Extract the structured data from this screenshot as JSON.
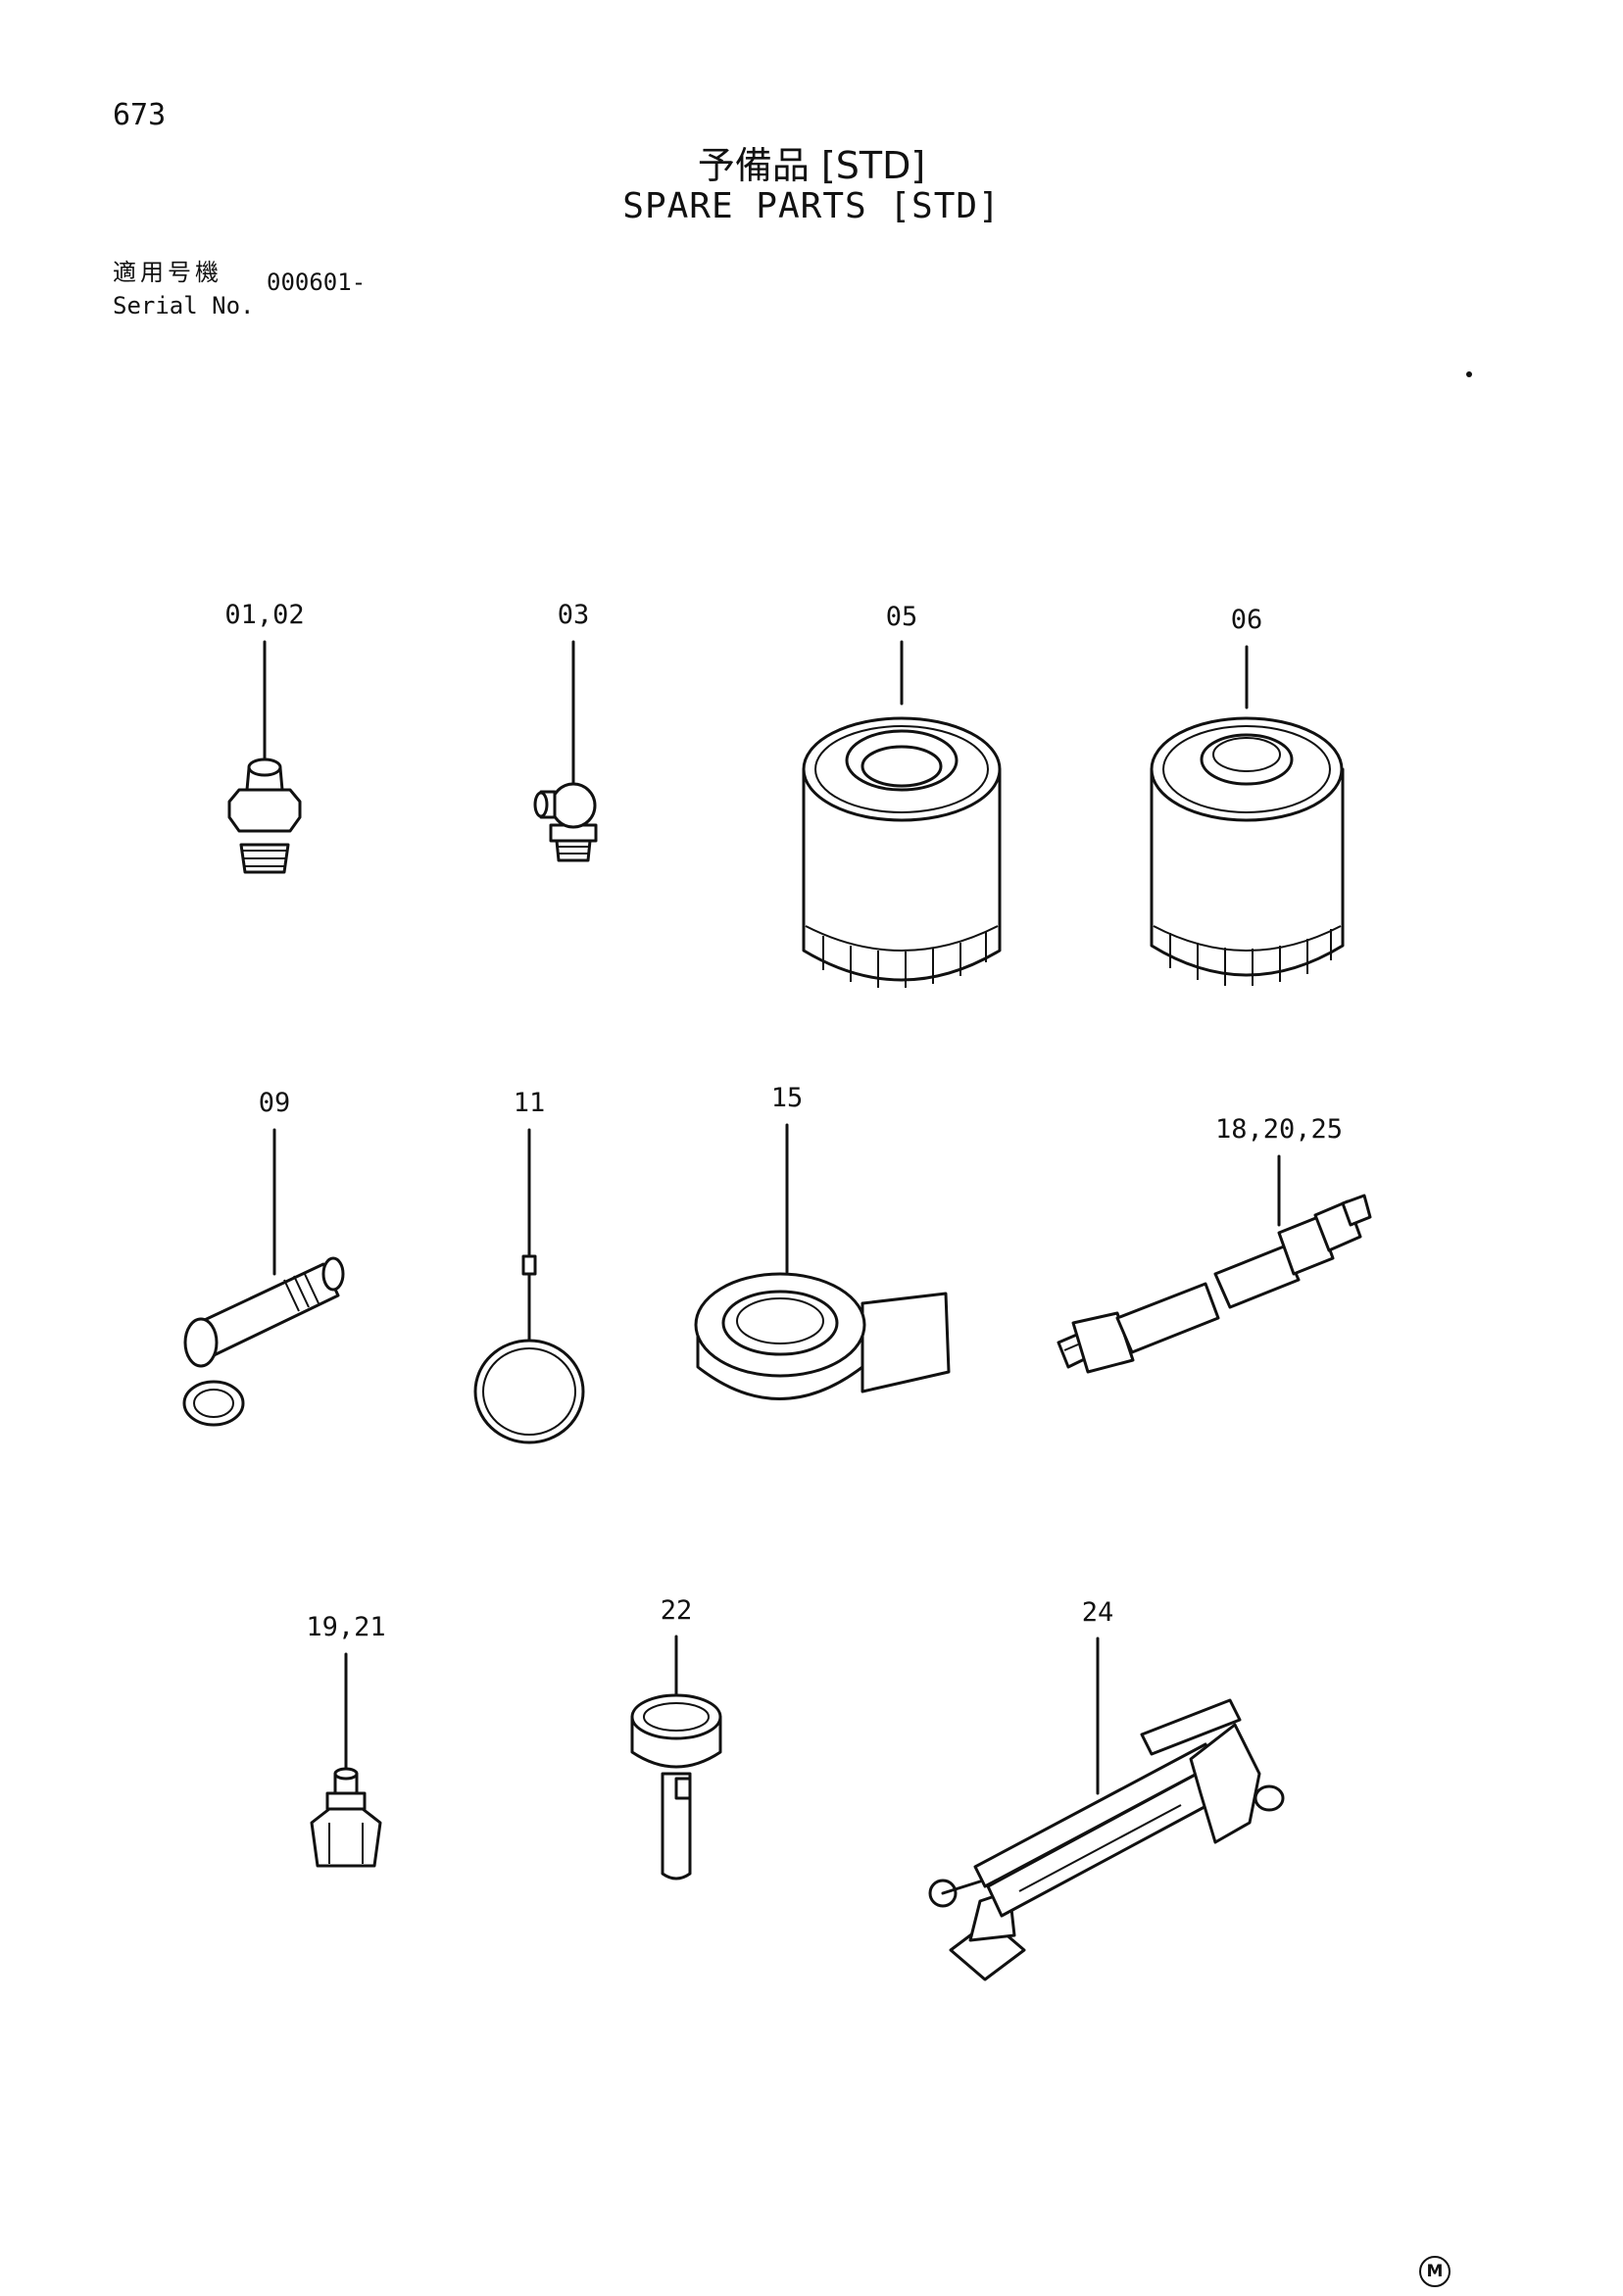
{
  "page_number": "673",
  "title_jp": "予備品 [STD]",
  "title_en": "SPARE PARTS [STD]",
  "serial": {
    "label_jp": "適用号機",
    "label_en": "Serial No.",
    "value": "000601-"
  },
  "callouts": {
    "c01": "01,02",
    "c03": "03",
    "c05": "05",
    "c06": "06",
    "c09": "09",
    "c11": "11",
    "c15": "15",
    "c18": "18,20,25",
    "c19": "19,21",
    "c22": "22",
    "c24": "24"
  },
  "corner_mark": "M"
}
